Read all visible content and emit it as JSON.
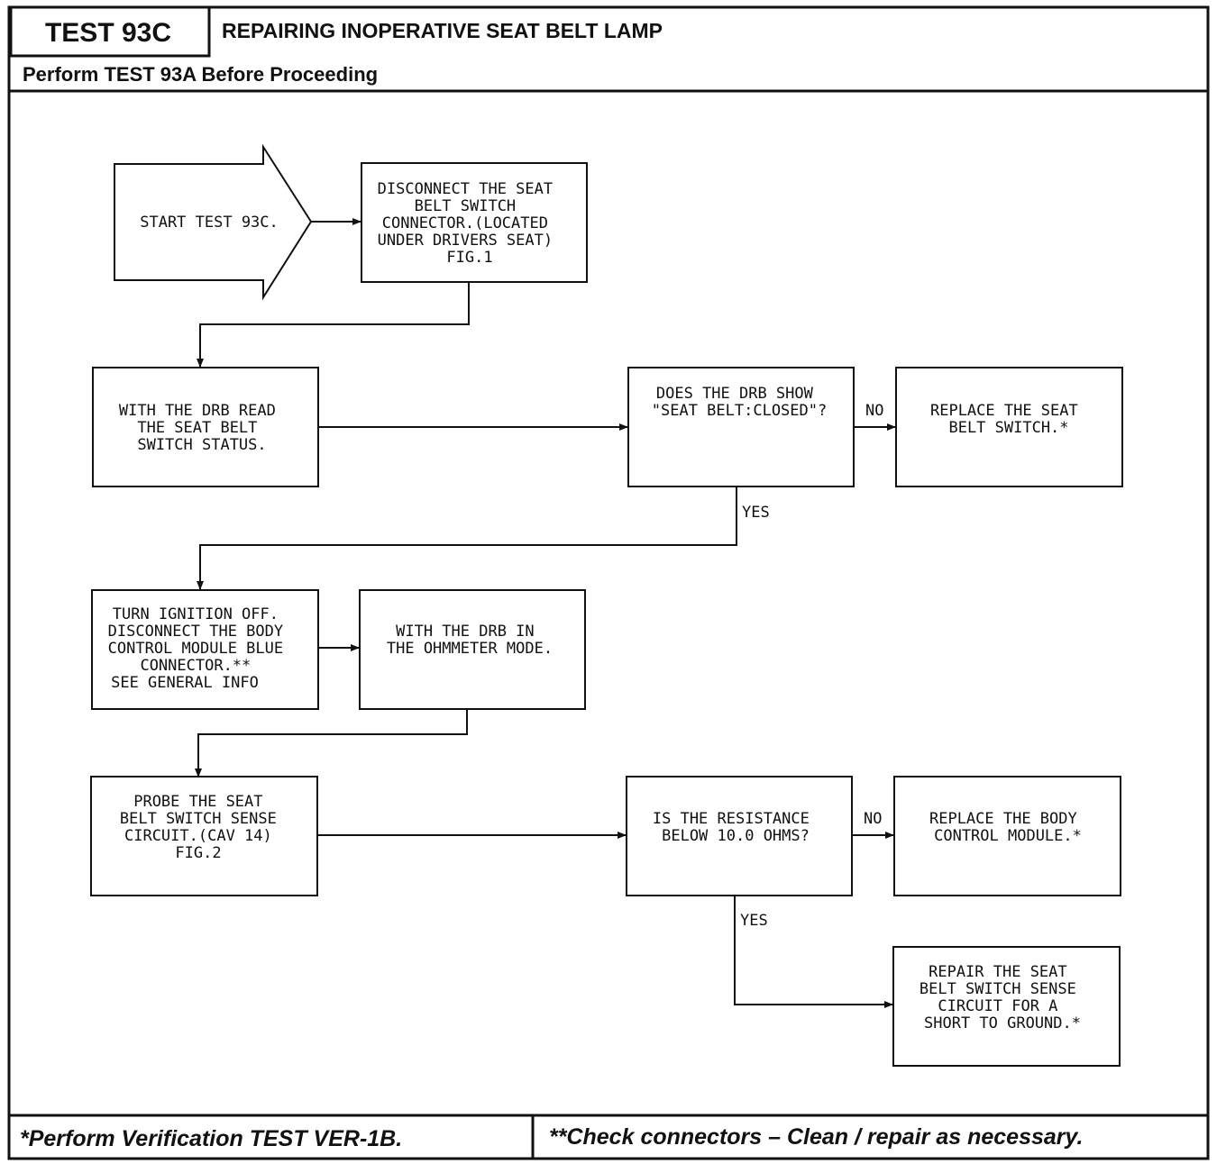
{
  "header": {
    "test_id": "TEST 93C",
    "title": "REPAIRING INOPERATIVE SEAT BELT LAMP",
    "prerequisite": "Perform TEST 93A Before Proceeding"
  },
  "flowchart": {
    "start": {
      "text": [
        "START TEST 93C."
      ]
    },
    "disconnect_switch": {
      "text": [
        "DISCONNECT THE SEAT",
        "BELT SWITCH",
        "CONNECTOR.(LOCATED",
        "UNDER DRIVERS SEAT)",
        "FIG.1"
      ]
    },
    "read_status": {
      "text": [
        "WITH THE DRB READ",
        "THE SEAT BELT",
        "SWITCH STATUS."
      ]
    },
    "drb_closed_question": {
      "text": [
        "DOES THE DRB SHOW",
        "\"SEAT BELT:CLOSED\"?"
      ]
    },
    "replace_switch": {
      "text": [
        "REPLACE THE SEAT",
        "BELT SWITCH.*"
      ]
    },
    "ignition_off": {
      "text": [
        "TURN IGNITION OFF.",
        "DISCONNECT THE BODY",
        "CONTROL MODULE BLUE",
        "CONNECTOR.**",
        "SEE GENERAL INFO"
      ]
    },
    "ohmmeter_mode": {
      "text": [
        "WITH THE DRB IN",
        "THE OHMMETER MODE."
      ]
    },
    "probe_circuit": {
      "text": [
        "PROBE THE SEAT",
        "BELT SWITCH SENSE",
        "CIRCUIT.(CAV 14)",
        "",
        "FIG.2"
      ]
    },
    "resistance_question": {
      "text": [
        "IS THE RESISTANCE",
        "BELOW 10.0 OHMS?"
      ]
    },
    "replace_module": {
      "text": [
        "REPLACE THE BODY",
        "CONTROL MODULE.*"
      ]
    },
    "repair_circuit": {
      "text": [
        "REPAIR THE SEAT",
        "BELT SWITCH SENSE",
        "CIRCUIT FOR A",
        "SHORT TO GROUND.*"
      ]
    },
    "labels": {
      "no_1": "NO",
      "yes_1": "YES",
      "no_2": "NO",
      "yes_2": "YES"
    }
  },
  "footer": {
    "note_1": "*Perform Verification TEST VER-1B.",
    "note_2": "**Check connectors – Clean / repair as necessary."
  }
}
